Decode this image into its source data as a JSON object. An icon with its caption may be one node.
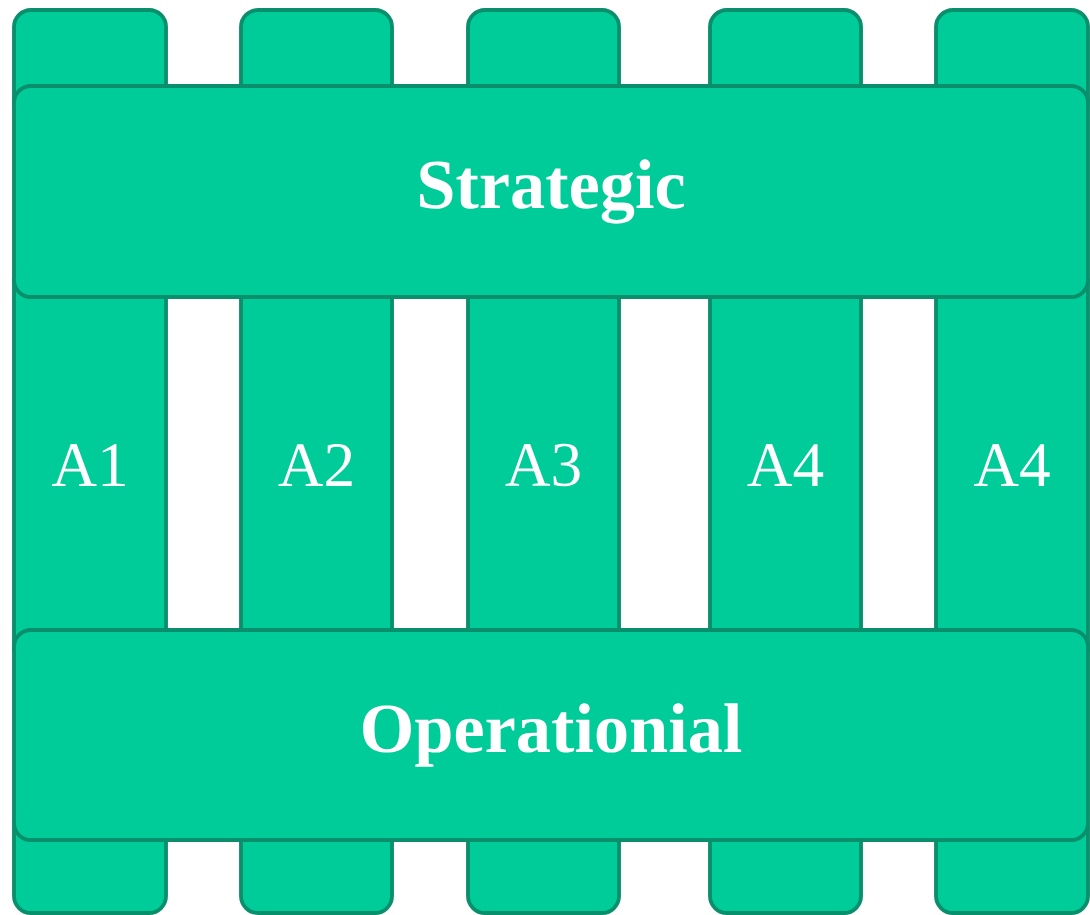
{
  "diagram": {
    "nodes": [
      {
        "text": [
          "Strategic"
        ]
      },
      {
        "text": [
          "A1"
        ]
      },
      {
        "text": [
          "A2"
        ]
      },
      {
        "text": [
          "A3"
        ]
      },
      {
        "text": [
          "A4"
        ]
      },
      {
        "text": [
          "A4"
        ]
      },
      {
        "text": [
          "Operationial"
        ]
      }
    ]
  }
}
